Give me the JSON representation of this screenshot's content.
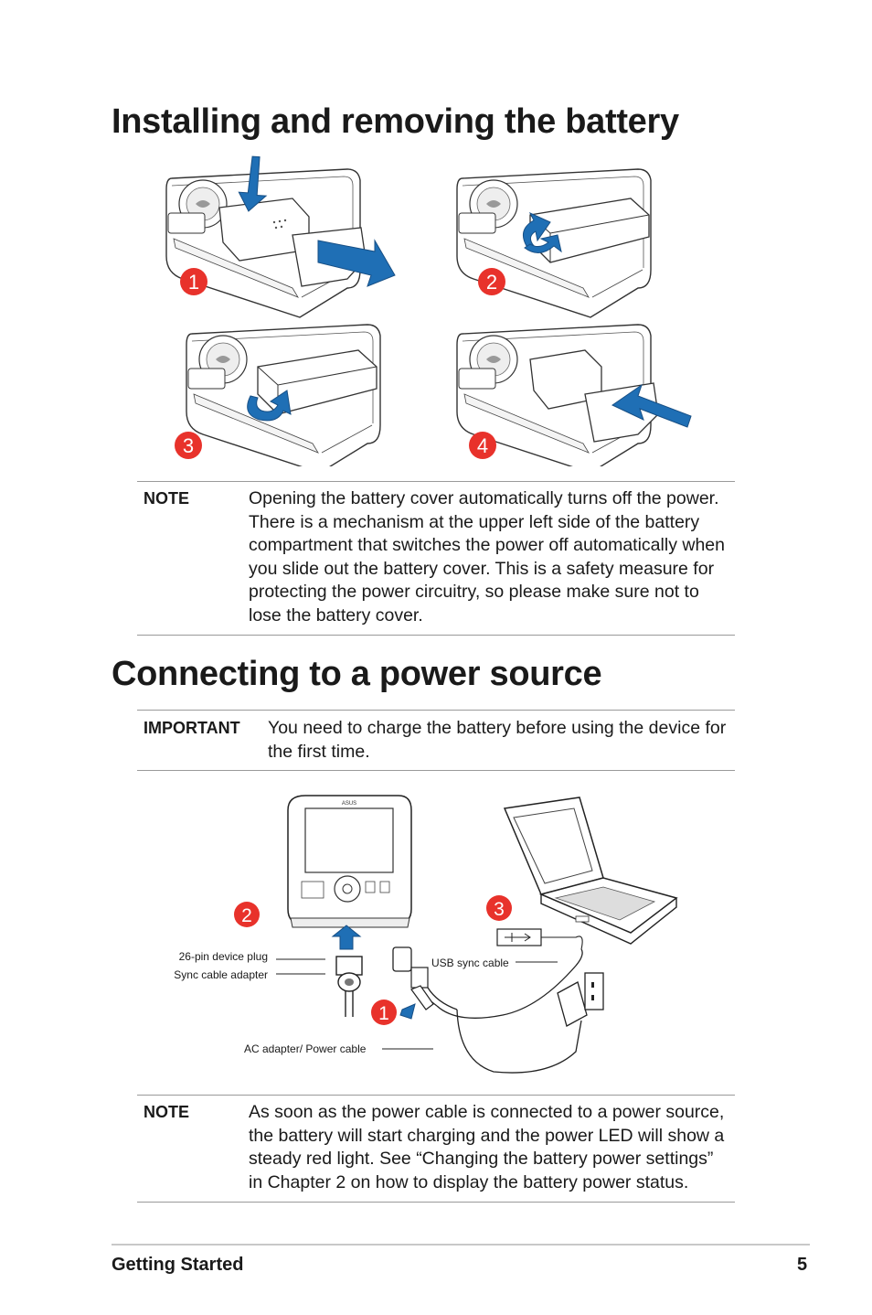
{
  "section1": {
    "title": "Installing and removing the battery",
    "step_numbers": [
      "1",
      "2",
      "3",
      "4"
    ]
  },
  "note1": {
    "label": "NOTE",
    "lines": [
      "Opening the battery cover automatically turns off the power.",
      "There is a mechanism at the upper left side of the battery",
      "compartment that switches the power off automatically when",
      "you slide out the battery cover. This is a safety measure for",
      "protecting the power circuitry, so please make sure not to",
      "lose the battery cover."
    ]
  },
  "section2": {
    "title": "Connecting to a power source"
  },
  "important": {
    "label": "IMPORTANT",
    "lines": [
      "You need to charge the battery before using the device for",
      "the first time."
    ]
  },
  "diagram": {
    "callouts": {
      "pin_plug": "26-pin device plug",
      "sync_adapter": "Sync cable adapter",
      "usb_cable": "USB sync cable",
      "ac_adapter": "AC adapter/ Power cable"
    },
    "step_numbers": [
      "1",
      "2",
      "3"
    ],
    "device_brand": "ASUS"
  },
  "note2": {
    "label": "NOTE",
    "lines": [
      "As soon as the power cable is connected to a power source,",
      "the battery will start charging and the power LED will show a",
      "steady red light.  See “Changing the battery power settings”",
      "in Chapter 2 on how to display the battery power status."
    ]
  },
  "footer": {
    "section": "Getting Started",
    "page_number": "5"
  },
  "colors": {
    "badge_red": "#e8322b",
    "arrow_blue": "#1f6fb5"
  }
}
